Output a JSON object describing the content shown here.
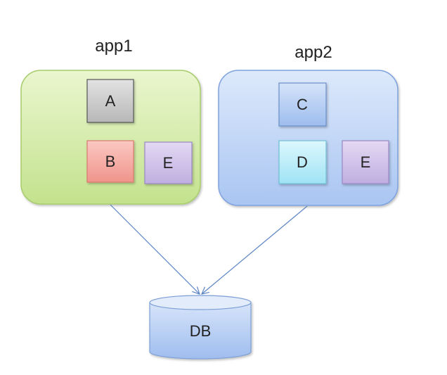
{
  "diagram": {
    "apps": [
      {
        "title": "app1",
        "color": "#cde99a",
        "components": [
          {
            "label": "A",
            "color": "#c9c9c9"
          },
          {
            "label": "B",
            "color": "#f4a9a2"
          },
          {
            "label": "E",
            "color": "#cdbfe6"
          }
        ]
      },
      {
        "title": "app2",
        "color": "#bcd3f7",
        "components": [
          {
            "label": "C",
            "color": "#b4cdf3"
          },
          {
            "label": "D",
            "color": "#bdeef9"
          },
          {
            "label": "E",
            "color": "#cdbfe6"
          }
        ]
      }
    ],
    "database": {
      "label": "DB",
      "color": "#bcd3f5"
    },
    "connector_color": "#5b84c4"
  }
}
